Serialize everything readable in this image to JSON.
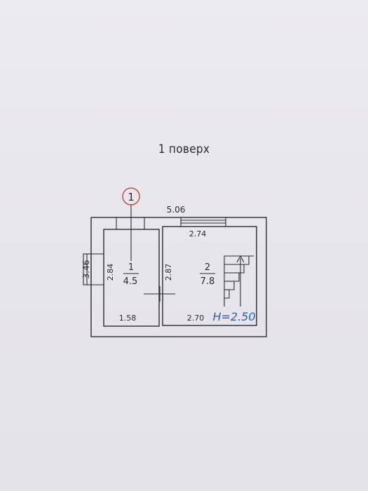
{
  "floor_title": "1 поверх",
  "axis_marker": "1",
  "dimensions": {
    "overall_width": "5.06",
    "overall_height": "3.46",
    "room1_height": "2.84",
    "room1_width": "1.58",
    "room2_top_width": "2.74",
    "room2_height": "2.87",
    "room2_bottom_width": "2.70"
  },
  "rooms": [
    {
      "number": "1",
      "area": "4.5"
    },
    {
      "number": "2",
      "area": "7.8"
    }
  ],
  "ceiling_height": "H=2.50",
  "colors": {
    "line": "#2c2c30",
    "axis_circle": "#c23b3b",
    "ceiling_height_text": "#2f5fb0"
  }
}
